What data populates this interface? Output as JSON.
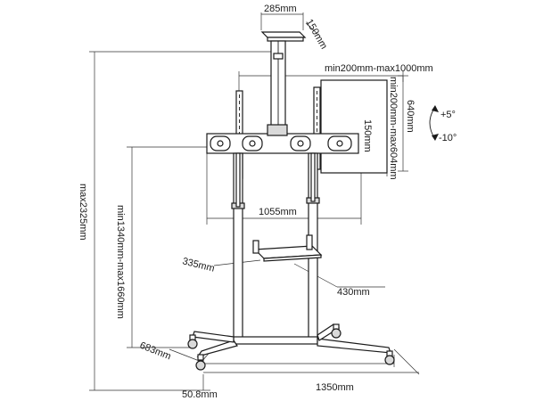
{
  "labels": {
    "top_width": "285mm",
    "top_depth": "150mm",
    "vesa_horizontal": "min200mm-max1000mm",
    "vesa_vertical": "min200mm-max604mm",
    "panel_height": "640mm",
    "tilt_up": "+5°",
    "tilt_down": "-10°",
    "bracket_height": "150mm",
    "bracket_width": "1055mm",
    "shelf_depth": "335mm",
    "shelf_width": "430mm",
    "max_height": "max2325mm",
    "height_range": "min1340mm-max1660mm",
    "base_depth": "683mm",
    "base_width": "1350mm",
    "caster": "50.8mm"
  },
  "colors": {
    "line": "#1a1a1a",
    "dimension": "#333333",
    "background": "#ffffff"
  }
}
